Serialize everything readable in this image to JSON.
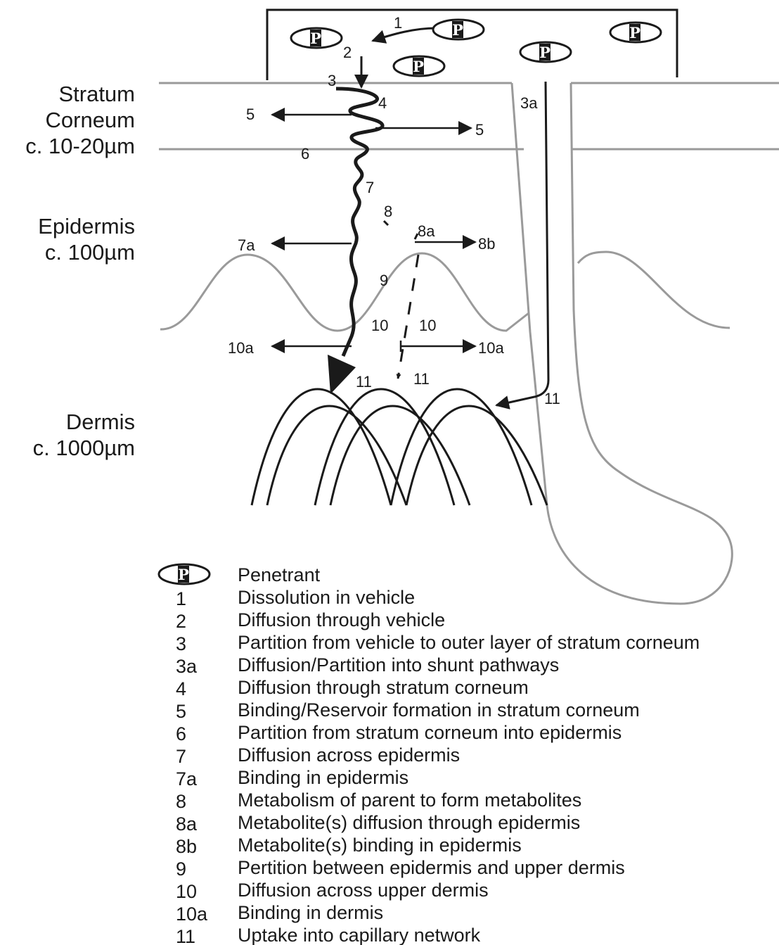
{
  "layers": {
    "stratum_corneum": [
      "Stratum",
      "Corneum",
      "c. 10-20µm"
    ],
    "epidermis": [
      "Epidermis",
      "c. 100µm"
    ],
    "dermis": [
      "Dermis",
      "c. 1000µm"
    ]
  },
  "penetrant_symbol": "P",
  "step_labels": {
    "s1": "1",
    "s2": "2",
    "s3": "3",
    "s3a": "3a",
    "s4": "4",
    "s5_left": "5",
    "s5_right": "5",
    "s6": "6",
    "s7": "7",
    "s7a": "7a",
    "s8": "8",
    "s8a": "8a",
    "s8b": "8b",
    "s9": "9",
    "s10_left": "10",
    "s10_right": "10",
    "s10a_left": "10a",
    "s10a_right": "10a",
    "s11_a": "11",
    "s11_b": "11",
    "s11_c": "11"
  },
  "legend": {
    "penetrant_label": "Penetrant",
    "items": [
      {
        "key": "1",
        "text": "Dissolution in vehicle"
      },
      {
        "key": "2",
        "text": "Diffusion through vehicle"
      },
      {
        "key": "3",
        "text": "Partition from vehicle to outer layer of stratum corneum"
      },
      {
        "key": "3a",
        "text": "Diffusion/Partition into shunt pathways"
      },
      {
        "key": "4",
        "text": "Diffusion through stratum corneum"
      },
      {
        "key": "5",
        "text": "Binding/Reservoir formation in stratum corneum"
      },
      {
        "key": "6",
        "text": "Partition from stratum corneum into epidermis"
      },
      {
        "key": "7",
        "text": "Diffusion across epidermis"
      },
      {
        "key": "7a",
        "text": "Binding in epidermis"
      },
      {
        "key": "8",
        "text": "Metabolism of parent to form metabolites"
      },
      {
        "key": "8a",
        "text": "Metabolite(s) diffusion through epidermis"
      },
      {
        "key": "8b",
        "text": "Metabolite(s) binding in epidermis"
      },
      {
        "key": "9",
        "text": "Pertition between epidermis and upper dermis"
      },
      {
        "key": "10",
        "text": "Diffusion across upper dermis"
      },
      {
        "key": "10a",
        "text": "Binding in dermis"
      },
      {
        "key": "11",
        "text": "Uptake into capillary network"
      }
    ]
  }
}
